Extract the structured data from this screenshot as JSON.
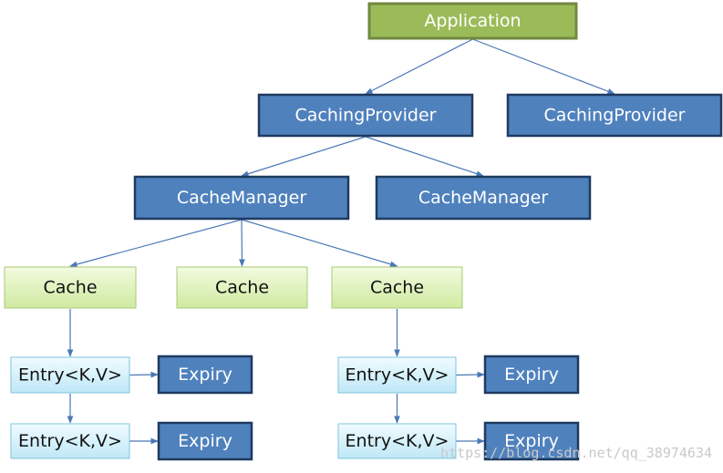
{
  "colors": {
    "application_fill": "#9bbb59",
    "application_border": "#71893f",
    "dark_fill": "#4f81bd",
    "dark_border": "#1f3a60",
    "cache_fill_top": "#f2fbe0",
    "cache_fill_bottom": "#cfeaa0",
    "cache_border": "#a9c97a",
    "entry_fill_top": "#f0fbff",
    "entry_fill_bottom": "#bfe8f6",
    "entry_border": "#7fc4dc",
    "edge": "#4a78b5"
  },
  "nodes": {
    "application": {
      "label": "Application"
    },
    "caching_provider_1": {
      "label": "CachingProvider"
    },
    "caching_provider_2": {
      "label": "CachingProvider"
    },
    "cache_manager_1": {
      "label": "CacheManager"
    },
    "cache_manager_2": {
      "label": "CacheManager"
    },
    "cache_1": {
      "label": "Cache"
    },
    "cache_2": {
      "label": "Cache"
    },
    "cache_3": {
      "label": "Cache"
    },
    "entry_1": {
      "label": "Entry<K,V>"
    },
    "entry_2": {
      "label": "Entry<K,V>"
    },
    "entry_3": {
      "label": "Entry<K,V>"
    },
    "entry_4": {
      "label": "Entry<K,V>"
    },
    "expiry_1": {
      "label": "Expiry"
    },
    "expiry_2": {
      "label": "Expiry"
    },
    "expiry_3": {
      "label": "Expiry"
    },
    "expiry_4": {
      "label": "Expiry"
    }
  },
  "edges": [
    {
      "from": "application",
      "to": "caching_provider_1"
    },
    {
      "from": "application",
      "to": "caching_provider_2"
    },
    {
      "from": "caching_provider_1",
      "to": "cache_manager_1"
    },
    {
      "from": "caching_provider_1",
      "to": "cache_manager_2"
    },
    {
      "from": "cache_manager_1",
      "to": "cache_1"
    },
    {
      "from": "cache_manager_1",
      "to": "cache_2"
    },
    {
      "from": "cache_manager_1",
      "to": "cache_3"
    },
    {
      "from": "cache_1",
      "to": "entry_1"
    },
    {
      "from": "entry_1",
      "to": "entry_2"
    },
    {
      "from": "cache_3",
      "to": "entry_3"
    },
    {
      "from": "entry_3",
      "to": "entry_4"
    },
    {
      "from": "entry_1",
      "to": "expiry_1"
    },
    {
      "from": "entry_2",
      "to": "expiry_2"
    },
    {
      "from": "entry_3",
      "to": "expiry_3"
    },
    {
      "from": "entry_4",
      "to": "expiry_4"
    }
  ],
  "watermark": {
    "text": "https://blog.csdn.net/qq_38974634"
  }
}
